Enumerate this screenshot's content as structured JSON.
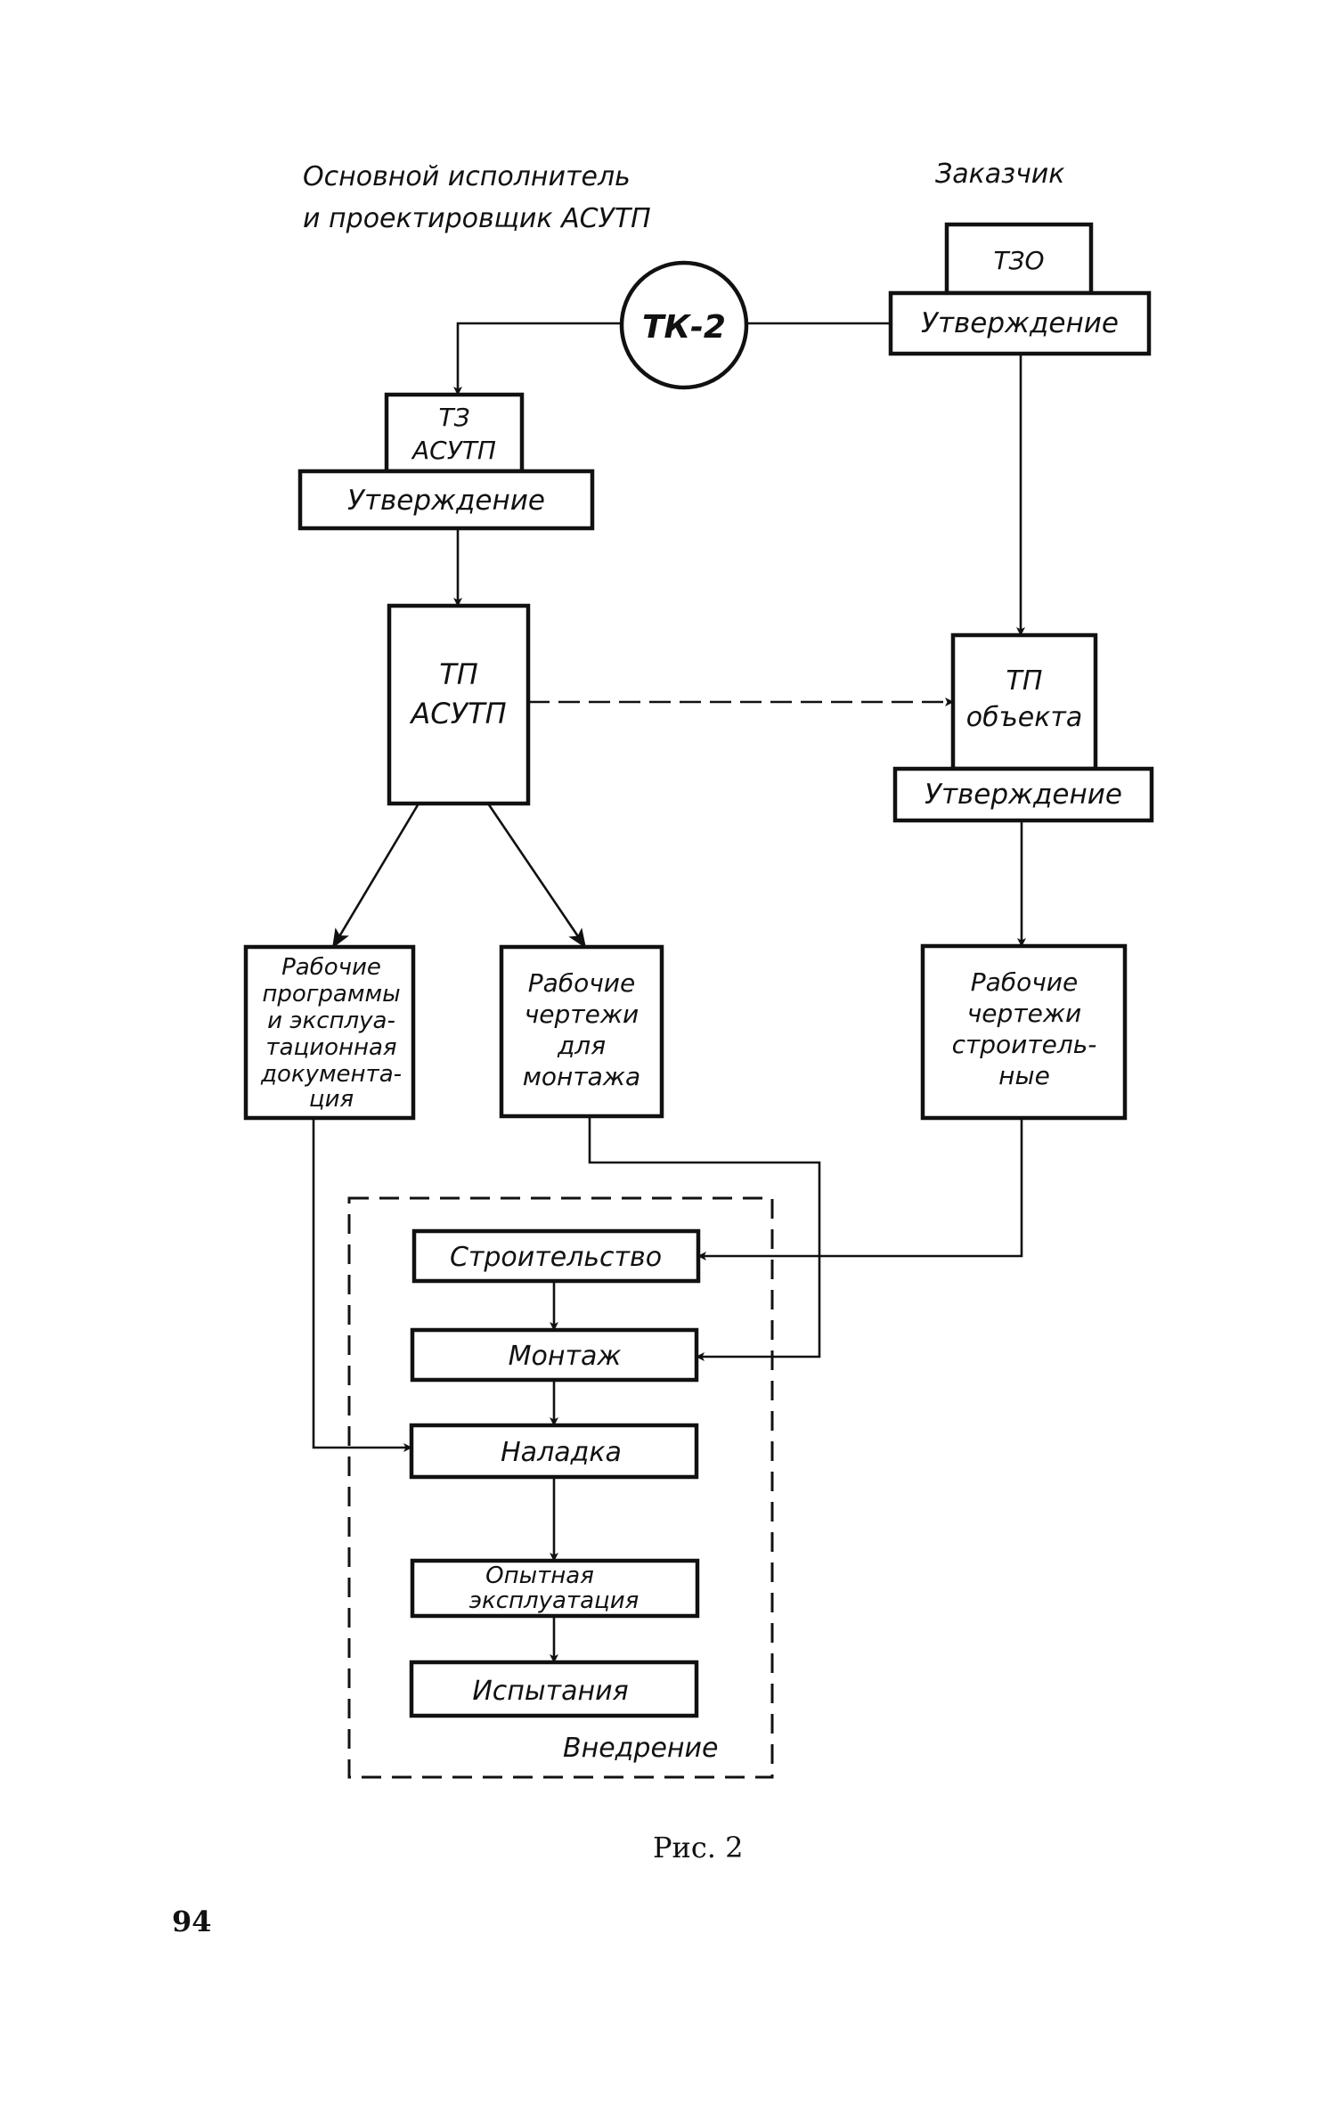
{
  "headers": {
    "executor_line1": "Основной исполнитель",
    "executor_line2": "и проектировщик АСУТП",
    "customer": "Заказчик"
  },
  "nodes": {
    "tzo": "ТЗО",
    "tzo_approval": "Утверждение",
    "tk2": "ТК-2",
    "tz_line1": "ТЗ",
    "tz_line2": "АСУТП",
    "tz_approval": "Утверждение",
    "tp_asutp_line1": "ТП",
    "tp_asutp_line2": "АСУТП",
    "tp_object_line1": "ТП",
    "tp_object_line2": "объекта",
    "tp_object_approval": "Утверждение",
    "work_programs": [
      "Рабочие",
      "программы",
      "и эксплуа-",
      "тационная",
      "документа-",
      "ция"
    ],
    "work_drawings_mount": [
      "Рабочие",
      "чертежи",
      "для",
      "монтажа"
    ],
    "work_drawings_build": [
      "Рабочие",
      "чертежи",
      "строитель-",
      "ные"
    ]
  },
  "implementation": {
    "stages": [
      "Строительство",
      "Монтаж",
      "Наладка",
      "Опытная",
      "эксплуатация",
      "Испытания"
    ],
    "label": "Внедрение"
  },
  "caption": "Рис. 2",
  "page_number": "94",
  "colors": {
    "ink": "#111111",
    "paper": "#ffffff"
  }
}
